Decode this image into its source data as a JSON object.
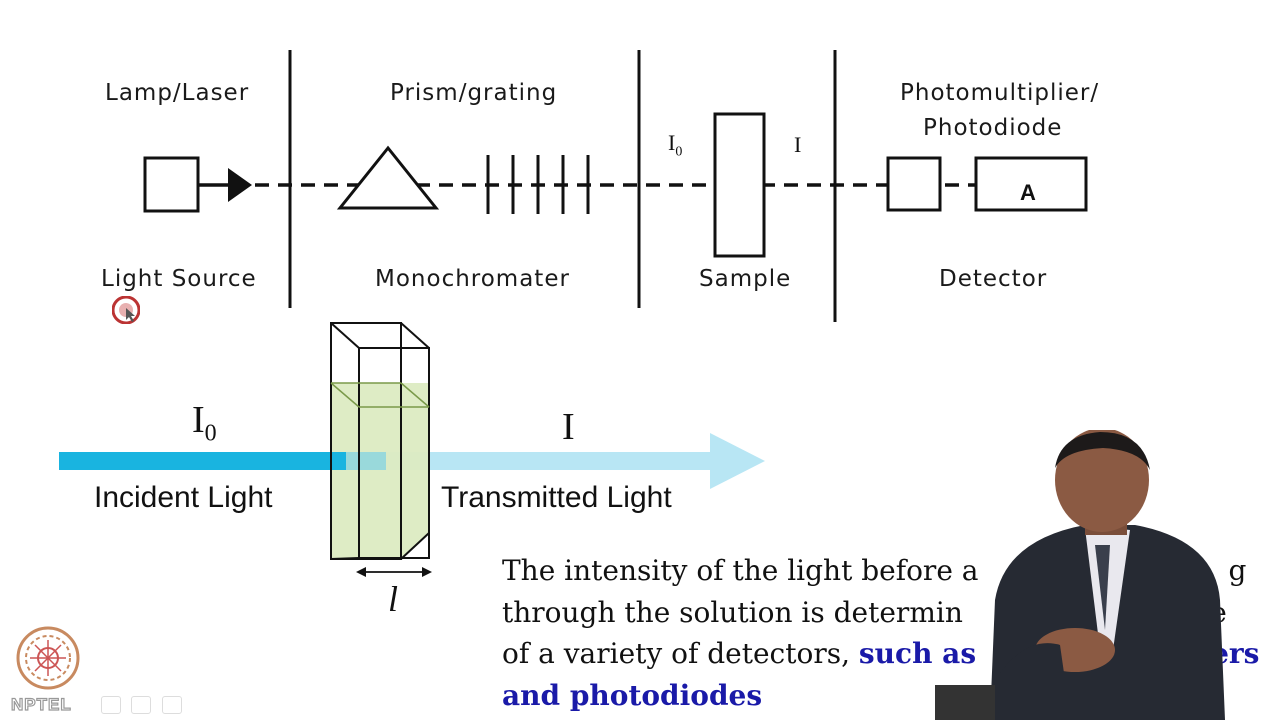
{
  "diagram": {
    "stage_titles": {
      "lamp": "Lamp/Laser",
      "prism": "Prism/grating",
      "photomultiplier_line1": "Photomultiplier/",
      "photomultiplier_line2": "Photodiode"
    },
    "stage_names": {
      "light_source": "Light Source",
      "monochromator": "Monochromater",
      "sample": "Sample",
      "detector": "Detector"
    },
    "io_label": {
      "base": "I",
      "sub": "0"
    },
    "i_label": "I",
    "detector_box_label": "A"
  },
  "beam": {
    "io_label": {
      "base": "I",
      "sub": "0"
    },
    "i_label": "I",
    "incident_label": "Incident Light",
    "transmitted_label": "Transmitted Light",
    "path_length_label": "l",
    "colors": {
      "incident": "#19b4e0",
      "transmitted": "#b8e6f4",
      "cuvette_fill": "#dcebc2"
    }
  },
  "text": {
    "line1": "The intensity of the light before a",
    "line1_tail": "g",
    "line2": "through the solution is determin",
    "line2_tail": "use",
    "line3": "of a variety of detectors,",
    "line3_highlight": "such as",
    "line3_tail": "ers",
    "line4_highlight": "and photodiodes"
  },
  "branding": {
    "logo_text": "NPTEL"
  }
}
